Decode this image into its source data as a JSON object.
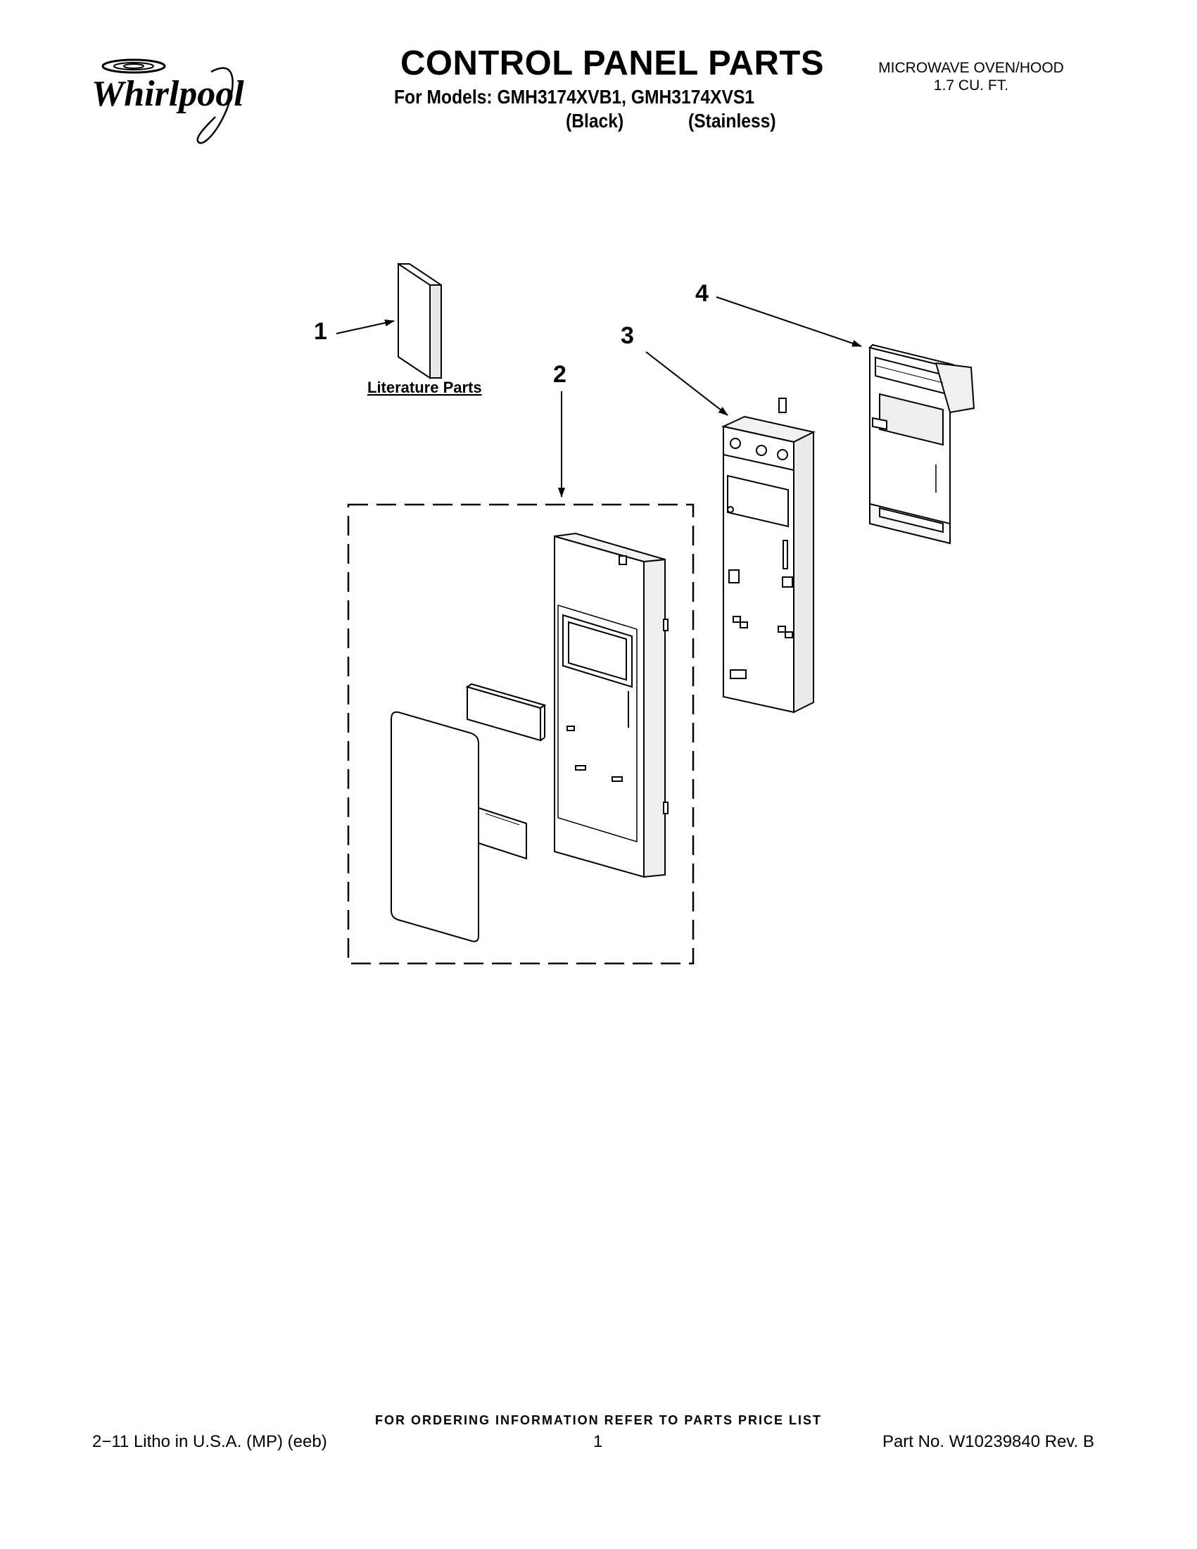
{
  "brand": "Whirlpool",
  "header": {
    "title": "CONTROL PANEL PARTS",
    "models_line": "For Models: GMH3174XVB1, GMH3174XVS1",
    "variant_black": "(Black)",
    "variant_stainless": "(Stainless)",
    "product_line1": "MICROWAVE OVEN/HOOD",
    "product_line2": "1.7 CU. FT."
  },
  "diagram": {
    "callouts": [
      "1",
      "2",
      "3",
      "4"
    ],
    "literature_caption": "Literature Parts"
  },
  "footer": {
    "ordering_note": "FOR ORDERING INFORMATION REFER TO PARTS PRICE LIST",
    "litho": "2−11 Litho in U.S.A. (MP) (eeb)",
    "page": "1",
    "part_no": "Part No. W10239840 Rev. B"
  }
}
